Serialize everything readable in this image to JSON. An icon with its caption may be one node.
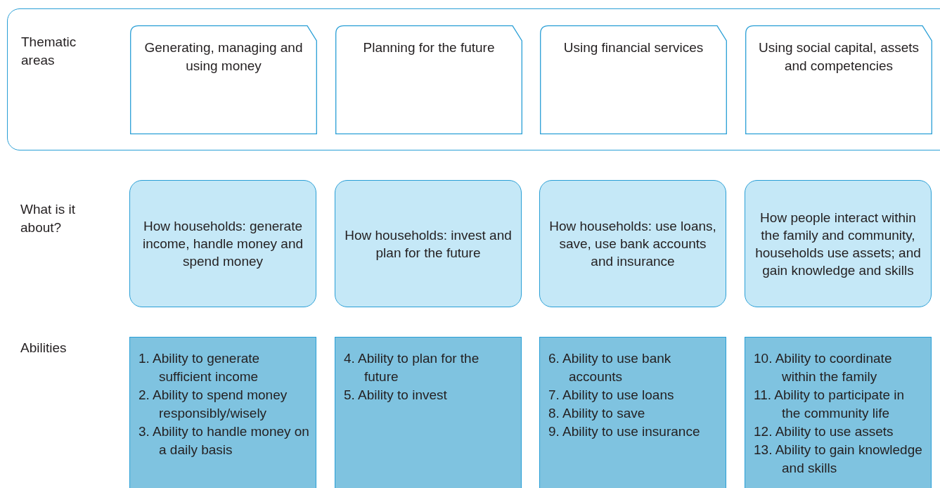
{
  "diagram": {
    "nodes": [
      {
        "text": [
          "Thematic areas"
        ]
      },
      {
        "text": [
          "Generating, managing and using money"
        ],
        "in": 0
      },
      {
        "text": [
          "Planning for the future"
        ],
        "in": 0
      },
      {
        "text": [
          "Using financial services"
        ],
        "in": 0
      },
      {
        "text": [
          "Using social capital, assets and competencies"
        ],
        "in": 0
      },
      {
        "text": [
          "How households: generate income, handle money and spend money"
        ]
      },
      {
        "text": [
          "How households: invest and plan for the future"
        ]
      },
      {
        "text": [
          "How households: use loans, save, use bank accounts and insurance"
        ]
      },
      {
        "text": [
          "How people interact within the family and community, households use assets; and gain knowledge and skills"
        ]
      },
      {
        "text": [
          "1. Ability to generate sufficient income",
          "2. Ability to spend money responsibly/wisely",
          "3. Ability to handle money on a daily basis"
        ]
      },
      {
        "text": [
          "4. Ability to plan for the future",
          "5. Ability to invest"
        ]
      },
      {
        "text": [
          "6. Ability to use bank accounts",
          "7. Ability to use loans",
          "8. Ability to save",
          "9. Ability to use insurance"
        ]
      },
      {
        "text": [
          "10. Ability to coordinate within the family",
          "11. Ability to participate in the community life",
          "12. Ability to use assets",
          "13. Ability to gain knowledge and skills"
        ]
      }
    ],
    "labels": [
      "What is it about?",
      "Abilities"
    ]
  }
}
